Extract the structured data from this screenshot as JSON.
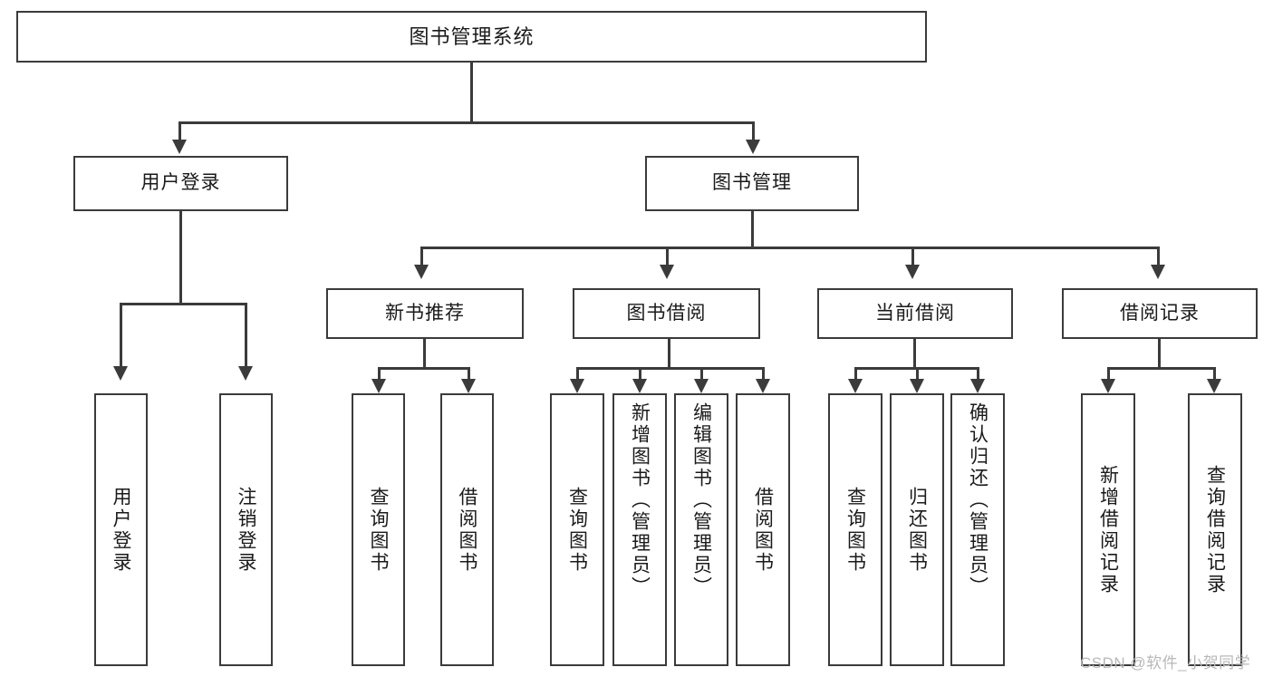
{
  "diagram": {
    "title": "图书管理系统",
    "type": "tree-hierarchy-chart",
    "root": {
      "label": "图书管理系统"
    },
    "level1": [
      {
        "label": "用户登录"
      },
      {
        "label": "图书管理"
      }
    ],
    "level2": [
      {
        "label": "新书推荐"
      },
      {
        "label": "图书借阅"
      },
      {
        "label": "当前借阅"
      },
      {
        "label": "借阅记录"
      }
    ],
    "leaves": {
      "user_login": [
        {
          "label": "用户登录"
        },
        {
          "label": "注销登录"
        }
      ],
      "new_book_recommend": [
        {
          "label": "查询图书"
        },
        {
          "label": "借阅图书"
        }
      ],
      "book_borrow": [
        {
          "label": "查询图书"
        },
        {
          "label": "新增图书（管理员）"
        },
        {
          "label": "编辑图书（管理员）"
        },
        {
          "label": "借阅图书"
        }
      ],
      "current_borrow": [
        {
          "label": "查询图书"
        },
        {
          "label": "归还图书"
        },
        {
          "label": "确认归还（管理员）"
        }
      ],
      "borrow_record": [
        {
          "label": "新增借阅记录"
        },
        {
          "label": "查询借阅记录"
        }
      ]
    }
  },
  "watermark": {
    "text": "CSDN @软件_小贺同学"
  },
  "colors": {
    "stroke": "#3b3b3b",
    "background": "#ffffff",
    "text": "#1a1a1a",
    "watermark": "#b8b8b8"
  }
}
